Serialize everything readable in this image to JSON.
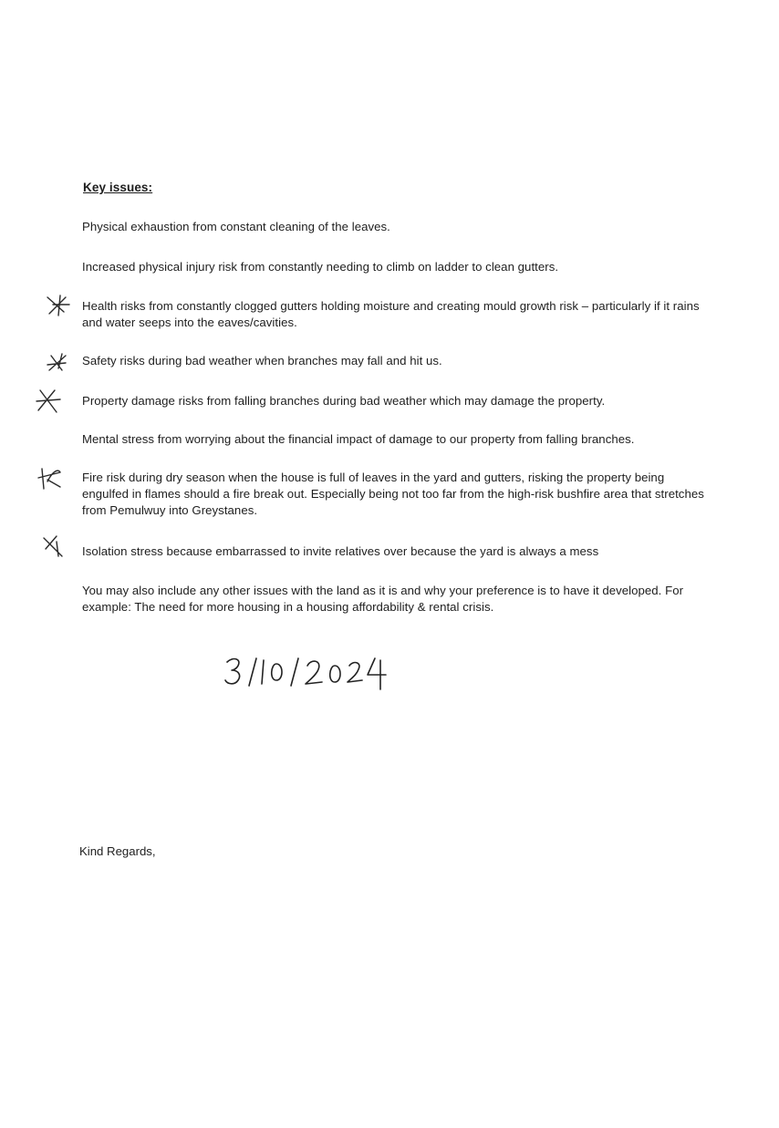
{
  "heading": "Key issues:",
  "issues": [
    "Physical exhaustion from constant cleaning of the leaves.",
    "Increased physical injury risk from constantly needing to climb on ladder to clean gutters.",
    "Health risks from constantly clogged gutters holding moisture and creating mould growth risk – particularly if it rains and water seeps into the eaves/cavities.",
    "Safety risks during bad weather when branches may fall and hit us.",
    "Property damage risks from falling branches during bad weather which may damage the property.",
    "Mental stress from worrying about the financial impact of damage to our property from falling branches.",
    "Fire risk during dry season when the house is full of leaves in the yard and gutters, risking the property being engulfed in flames should a fire break out. Especially being not too far from the high-risk bushfire area that stretches from Pemulwuy into Greystanes.",
    "Isolation stress because embarrassed to invite relatives over because the yard is always a mess",
    "You may also include any other issues with the land as it is and why your preference is to have it developed. For example: The need for more housing in a housing affordability & rental crisis."
  ],
  "handwritten_date": "3/10/2024",
  "closing": "Kind Regards,"
}
